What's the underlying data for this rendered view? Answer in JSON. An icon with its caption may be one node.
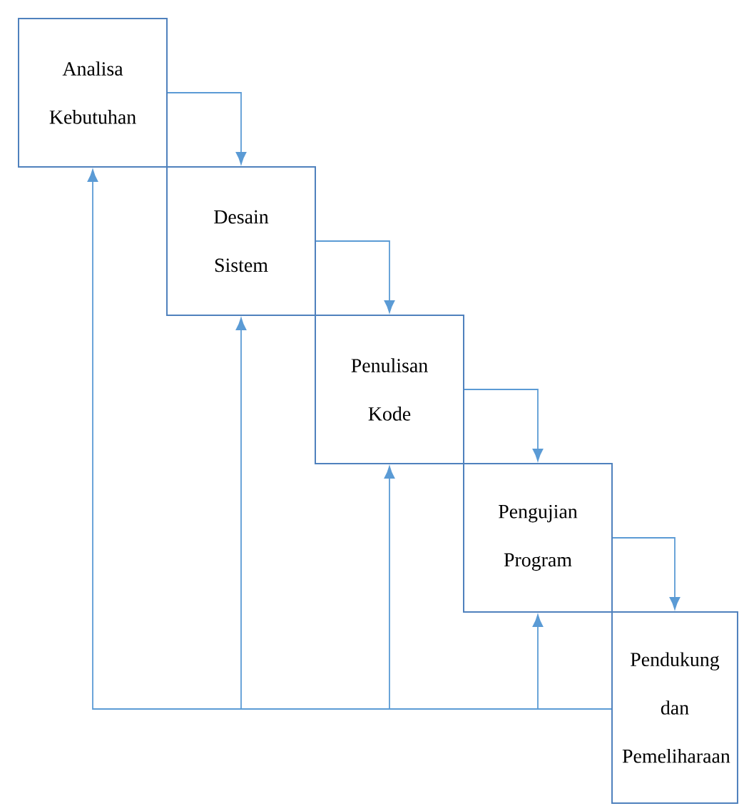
{
  "diagram": {
    "nodes": [
      {
        "text": [
          "Analisa Kebutuhan"
        ]
      },
      {
        "text": [
          "Desain Sistem"
        ]
      },
      {
        "text": [
          "Penulisan Kode"
        ]
      },
      {
        "text": [
          "Pengujian Program"
        ]
      },
      {
        "text": [
          "Pendukung dan Pemeliharaan"
        ]
      }
    ],
    "edges": [
      {
        "from": 0,
        "to": 1,
        "arrow": "to"
      },
      {
        "from": 1,
        "to": 2,
        "arrow": "to"
      },
      {
        "from": 2,
        "to": 3,
        "arrow": "to"
      },
      {
        "from": 3,
        "to": 4,
        "arrow": "to"
      },
      {
        "from": 4,
        "to": 0,
        "arrow": "to"
      },
      {
        "from": 4,
        "to": 1,
        "arrow": "to"
      },
      {
        "from": 4,
        "to": 2,
        "arrow": "to"
      },
      {
        "from": 4,
        "to": 3,
        "arrow": "to"
      }
    ]
  }
}
